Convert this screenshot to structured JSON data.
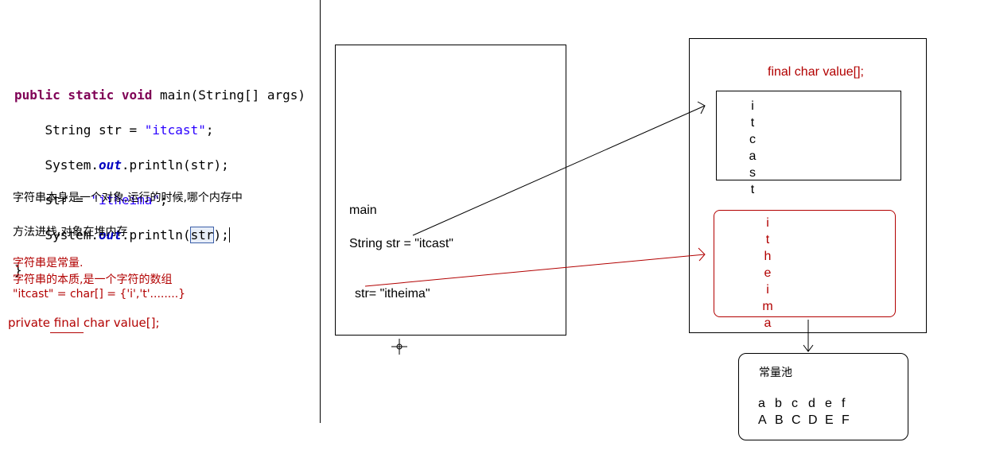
{
  "code": {
    "line1_kw": "public static void",
    "line1_rest": "main(String[] args)",
    "line2_type": "String str = ",
    "line2_str": "\"itcast\"",
    "line2_end": ";",
    "line3_a": "System.",
    "line3_out": "out",
    "line3_b": ".println(str);",
    "line4_a": "str = ",
    "line4_str": "\"itheima\"",
    "line4_end": ";",
    "line5_a": "System.",
    "line5_out": "out",
    "line5_b": ".println(",
    "line5_var": "str",
    "line5_c": ");",
    "line6": "}"
  },
  "notes": {
    "q1": "字符串本身是一个对象,运行的时候,哪个内存中",
    "q2": "方法进栈,对象在堆内存",
    "r1": "字符串是常量.",
    "r2": "字符串的本质,是一个字符的数组",
    "r3": "\"itcast\" =  char[] = {'i','t'........}",
    "r4": "private final char value[];"
  },
  "stack": {
    "main_label": "main",
    "decl": "String str = \"itcast\"",
    "reassign": "str= \"itheima\""
  },
  "heap": {
    "field": "final char value[];",
    "itcast_chars": [
      "i",
      "t",
      "c",
      "a",
      "s",
      "t"
    ],
    "itheima_chars": [
      "i",
      "t",
      "h",
      "e",
      "i",
      "m",
      "a"
    ]
  },
  "pool": {
    "title": "常量池",
    "row1": [
      "a",
      "b",
      "c",
      "d",
      "e",
      "f"
    ],
    "row2": [
      "A",
      "B",
      "C",
      "D",
      "E",
      "F"
    ]
  },
  "colors": {
    "red": "#b20000",
    "keyword": "#7f0055",
    "string": "#2a00ff",
    "field": "#0000c0"
  }
}
